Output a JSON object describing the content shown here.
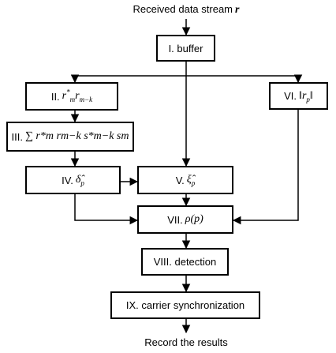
{
  "diagram": {
    "input_label": "Received data stream",
    "input_symbol": "r",
    "output_label": "Record the results",
    "nodes": {
      "buffer": {
        "prefix": "I.",
        "text": "buffer"
      },
      "product": {
        "prefix": "II.",
        "math_base": "r",
        "math_sup": "*",
        "math_sub": "m",
        "math_base2": "r",
        "math_sub2": "m−k"
      },
      "sum": {
        "prefix": "III.",
        "math": "∑ r*m rm−k s*m−k sm"
      },
      "delta": {
        "prefix": "IV.",
        "math": "δ̂",
        "math_sub": "p"
      },
      "xi": {
        "prefix": "V.",
        "math": "ξ̂",
        "math_sub": "p"
      },
      "norm": {
        "prefix": "VI.",
        "math": "‖r",
        "math_sub": "p",
        "math_end": "‖"
      },
      "rho": {
        "prefix": "VII.",
        "math": "ρ(p)"
      },
      "detection": {
        "prefix": "VIII.",
        "text": "detection"
      },
      "carrier": {
        "prefix": "IX.",
        "text": "carrier synchronization"
      }
    }
  }
}
